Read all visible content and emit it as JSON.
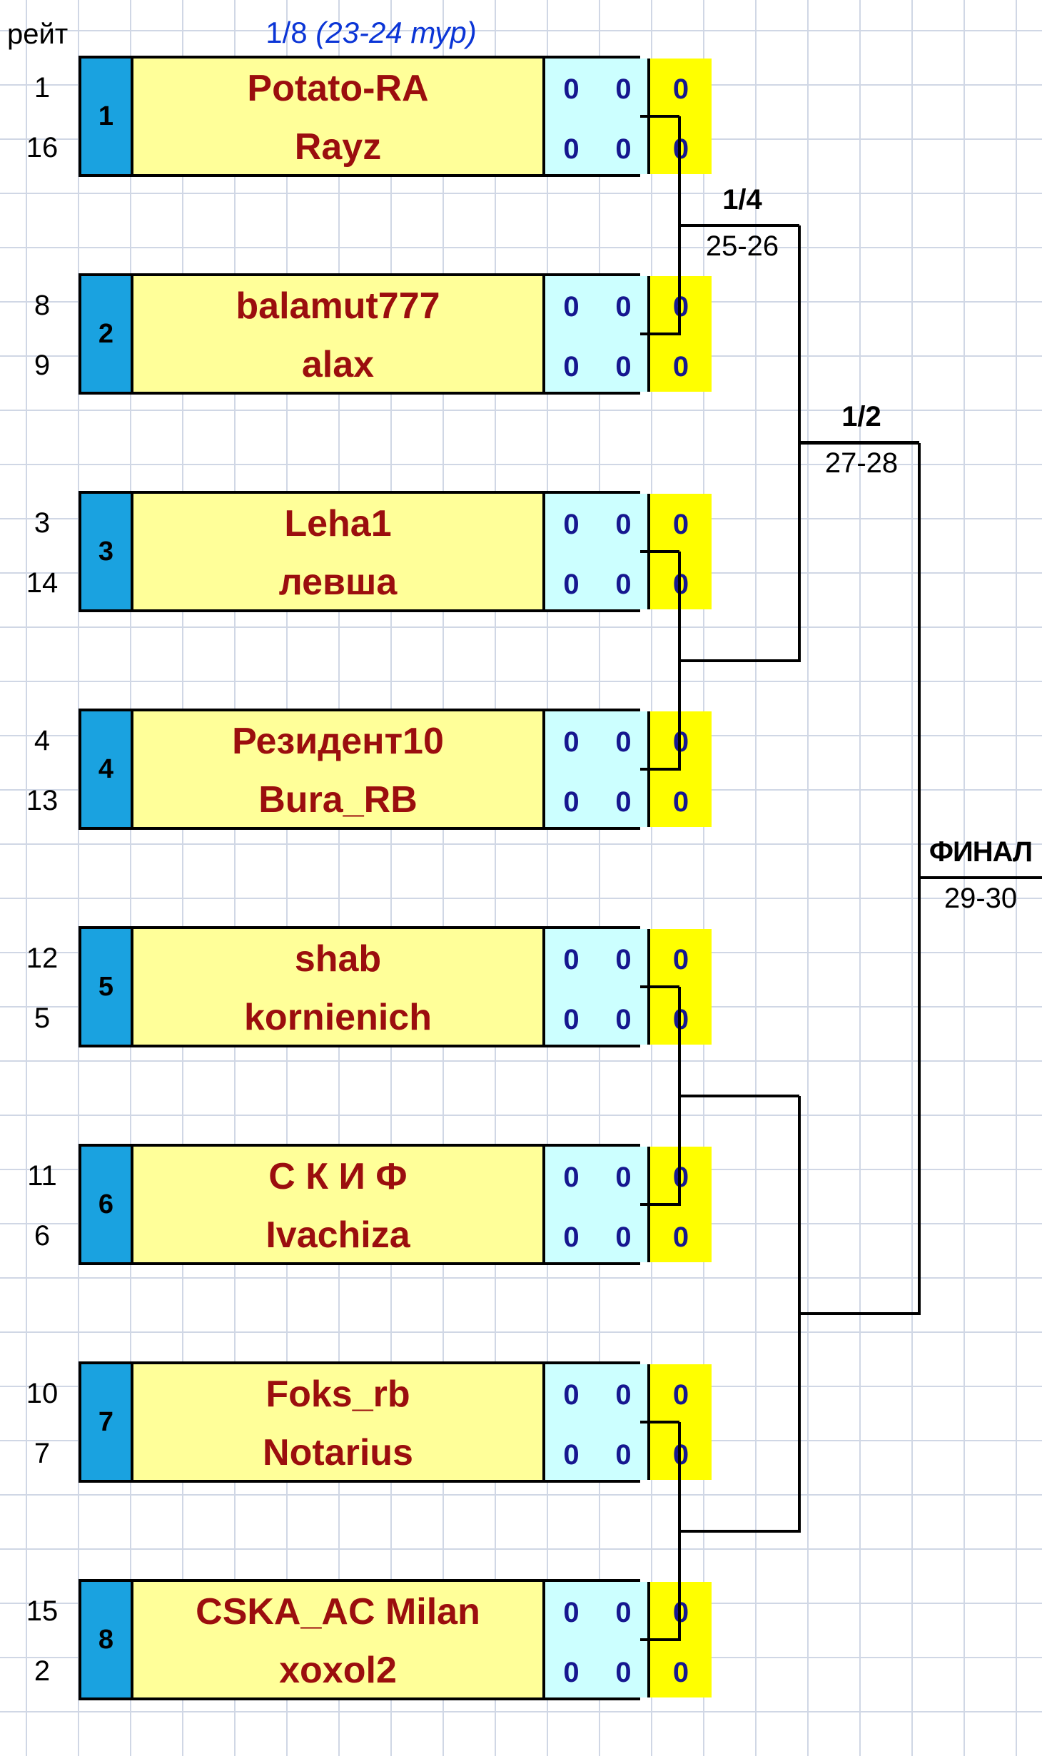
{
  "header": {
    "rating_label": "рейт",
    "round_prefix": "1/8",
    "round_tours": "(23-24 тур)"
  },
  "matches": [
    {
      "num": "1",
      "players": [
        {
          "seed": "1",
          "name": "Potato-RA",
          "s1": "0",
          "s2": "0",
          "t": "0"
        },
        {
          "seed": "16",
          "name": "Rayz",
          "s1": "0",
          "s2": "0",
          "t": "0"
        }
      ]
    },
    {
      "num": "2",
      "players": [
        {
          "seed": "8",
          "name": "balamut777",
          "s1": "0",
          "s2": "0",
          "t": "0"
        },
        {
          "seed": "9",
          "name": "alax",
          "s1": "0",
          "s2": "0",
          "t": "0"
        }
      ]
    },
    {
      "num": "3",
      "players": [
        {
          "seed": "3",
          "name": "Leha1",
          "s1": "0",
          "s2": "0",
          "t": "0"
        },
        {
          "seed": "14",
          "name": "левша",
          "s1": "0",
          "s2": "0",
          "t": "0"
        }
      ]
    },
    {
      "num": "4",
      "players": [
        {
          "seed": "4",
          "name": "Резидент10",
          "s1": "0",
          "s2": "0",
          "t": "0"
        },
        {
          "seed": "13",
          "name": "Bura_RB",
          "s1": "0",
          "s2": "0",
          "t": "0"
        }
      ]
    },
    {
      "num": "5",
      "players": [
        {
          "seed": "12",
          "name": "shab",
          "s1": "0",
          "s2": "0",
          "t": "0"
        },
        {
          "seed": "5",
          "name": "kornienich",
          "s1": "0",
          "s2": "0",
          "t": "0"
        }
      ]
    },
    {
      "num": "6",
      "players": [
        {
          "seed": "11",
          "name": "С К И Ф",
          "s1": "0",
          "s2": "0",
          "t": "0"
        },
        {
          "seed": "6",
          "name": "Ivachiza",
          "s1": "0",
          "s2": "0",
          "t": "0"
        }
      ]
    },
    {
      "num": "7",
      "players": [
        {
          "seed": "10",
          "name": "Foks_rb",
          "s1": "0",
          "s2": "0",
          "t": "0"
        },
        {
          "seed": "7",
          "name": "Notarius",
          "s1": "0",
          "s2": "0",
          "t": "0"
        }
      ]
    },
    {
      "num": "8",
      "players": [
        {
          "seed": "15",
          "name": "CSKA_AC Milan",
          "s1": "0",
          "s2": "0",
          "t": "0"
        },
        {
          "seed": "2",
          "name": "xoxol2",
          "s1": "0",
          "s2": "0",
          "t": "0"
        }
      ]
    }
  ],
  "rounds": {
    "quarter": {
      "label": "1/4",
      "tours": "25-26"
    },
    "semi": {
      "label": "1/2",
      "tours": "27-28"
    },
    "final": {
      "label": "ФИНАЛ",
      "tours": "29-30"
    }
  },
  "colors": {
    "match_number_bg": "#1aa2e0",
    "names_bg": "#ffff99",
    "scores_bg": "#ccffff",
    "total_bg": "#ffff00",
    "player_name_text": "#9b0e0e",
    "score_text": "#16178f",
    "round_header_text": "#0b35d6"
  }
}
